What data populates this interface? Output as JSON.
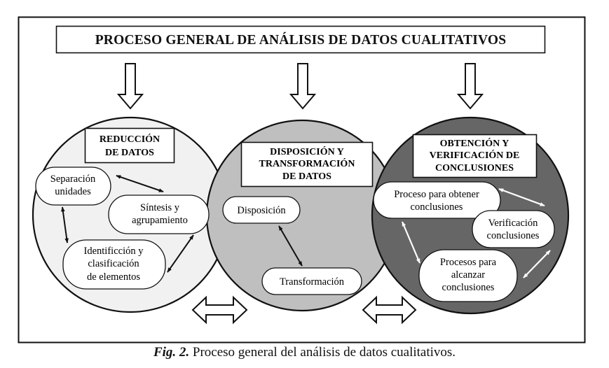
{
  "title": "PROCESO GENERAL DE ANÁLISIS DE DATOS CUALITATIVOS",
  "circles": [
    {
      "heading": [
        "REDUCCIÓN",
        "DE DATOS"
      ],
      "fill": "#f0f1f0",
      "nodes": [
        [
          "Separación",
          "unidades"
        ],
        [
          "Síntesis y",
          "agrupamiento"
        ],
        [
          "Identificción y",
          "clasificación",
          "de elementos"
        ]
      ]
    },
    {
      "heading": [
        "DISPOSICIÓN Y",
        "TRANSFORMACIÓN",
        "DE DATOS"
      ],
      "fill": "#bfbfbf",
      "nodes": [
        [
          "Disposición"
        ],
        [
          "Transformación"
        ]
      ]
    },
    {
      "heading": [
        "OBTENCIÓN Y",
        "VERIFICACIÓN DE",
        "CONCLUSIONES"
      ],
      "fill": "#666666",
      "nodes": [
        [
          "Proceso para obtener",
          "conclusiones"
        ],
        [
          "Verificación",
          "conclusiones"
        ],
        [
          "Procesos para",
          "alcanzar",
          "conclusiones"
        ]
      ]
    }
  ],
  "caption": {
    "label": "Fig. 2.",
    "text": " Proceso general del análisis de datos cualitativos."
  }
}
